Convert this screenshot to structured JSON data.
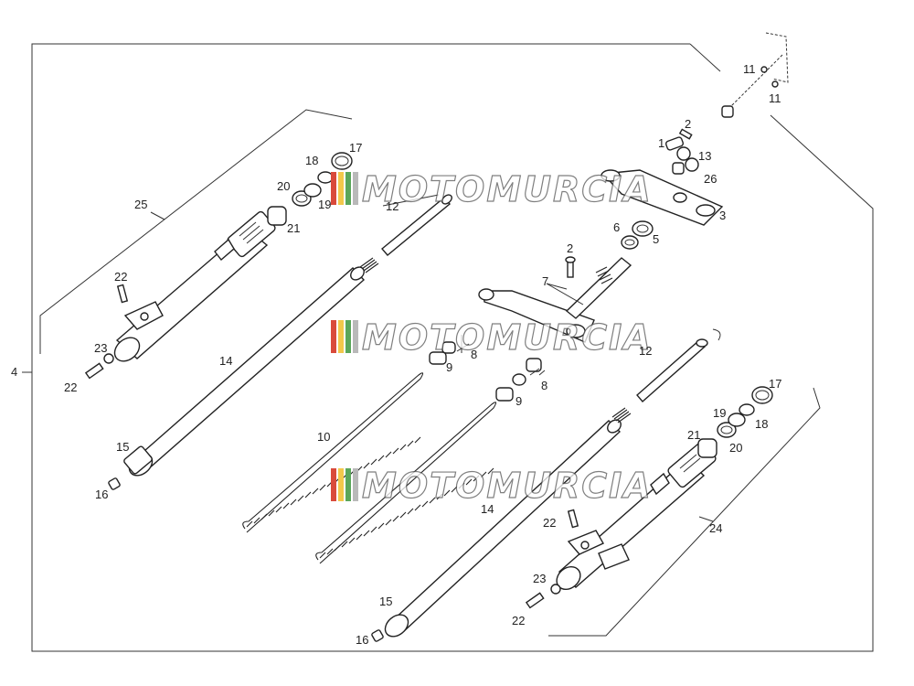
{
  "watermark": {
    "text": "MOTOMURCIA",
    "colors": [
      "#d94a3b",
      "#f2c84b",
      "#5aa65a",
      "#b9b9b9"
    ]
  },
  "part_numbers": {
    "p1": "1",
    "p2a": "2",
    "p2b": "2",
    "p3": "3",
    "p4": "4",
    "p5": "5",
    "p6": "6",
    "p7": "7",
    "p8a": "8",
    "p8b": "8",
    "p9a": "9",
    "p9b": "9",
    "p10": "10",
    "p11a": "11",
    "p11b": "11",
    "p12a": "12",
    "p12b": "12",
    "p13": "13",
    "p14a": "14",
    "p14b": "14",
    "p15a": "15",
    "p15b": "15",
    "p16a": "16",
    "p16b": "16",
    "p17a": "17",
    "p17b": "17",
    "p18a": "18",
    "p18b": "18",
    "p19a": "19",
    "p19b": "19",
    "p20a": "20",
    "p20b": "20",
    "p21a": "21",
    "p21b": "21",
    "p22a": "22",
    "p22b": "22",
    "p22c": "22",
    "p22d": "22",
    "p23a": "23",
    "p23b": "23",
    "p24": "24",
    "p25": "25",
    "p26": "26"
  }
}
